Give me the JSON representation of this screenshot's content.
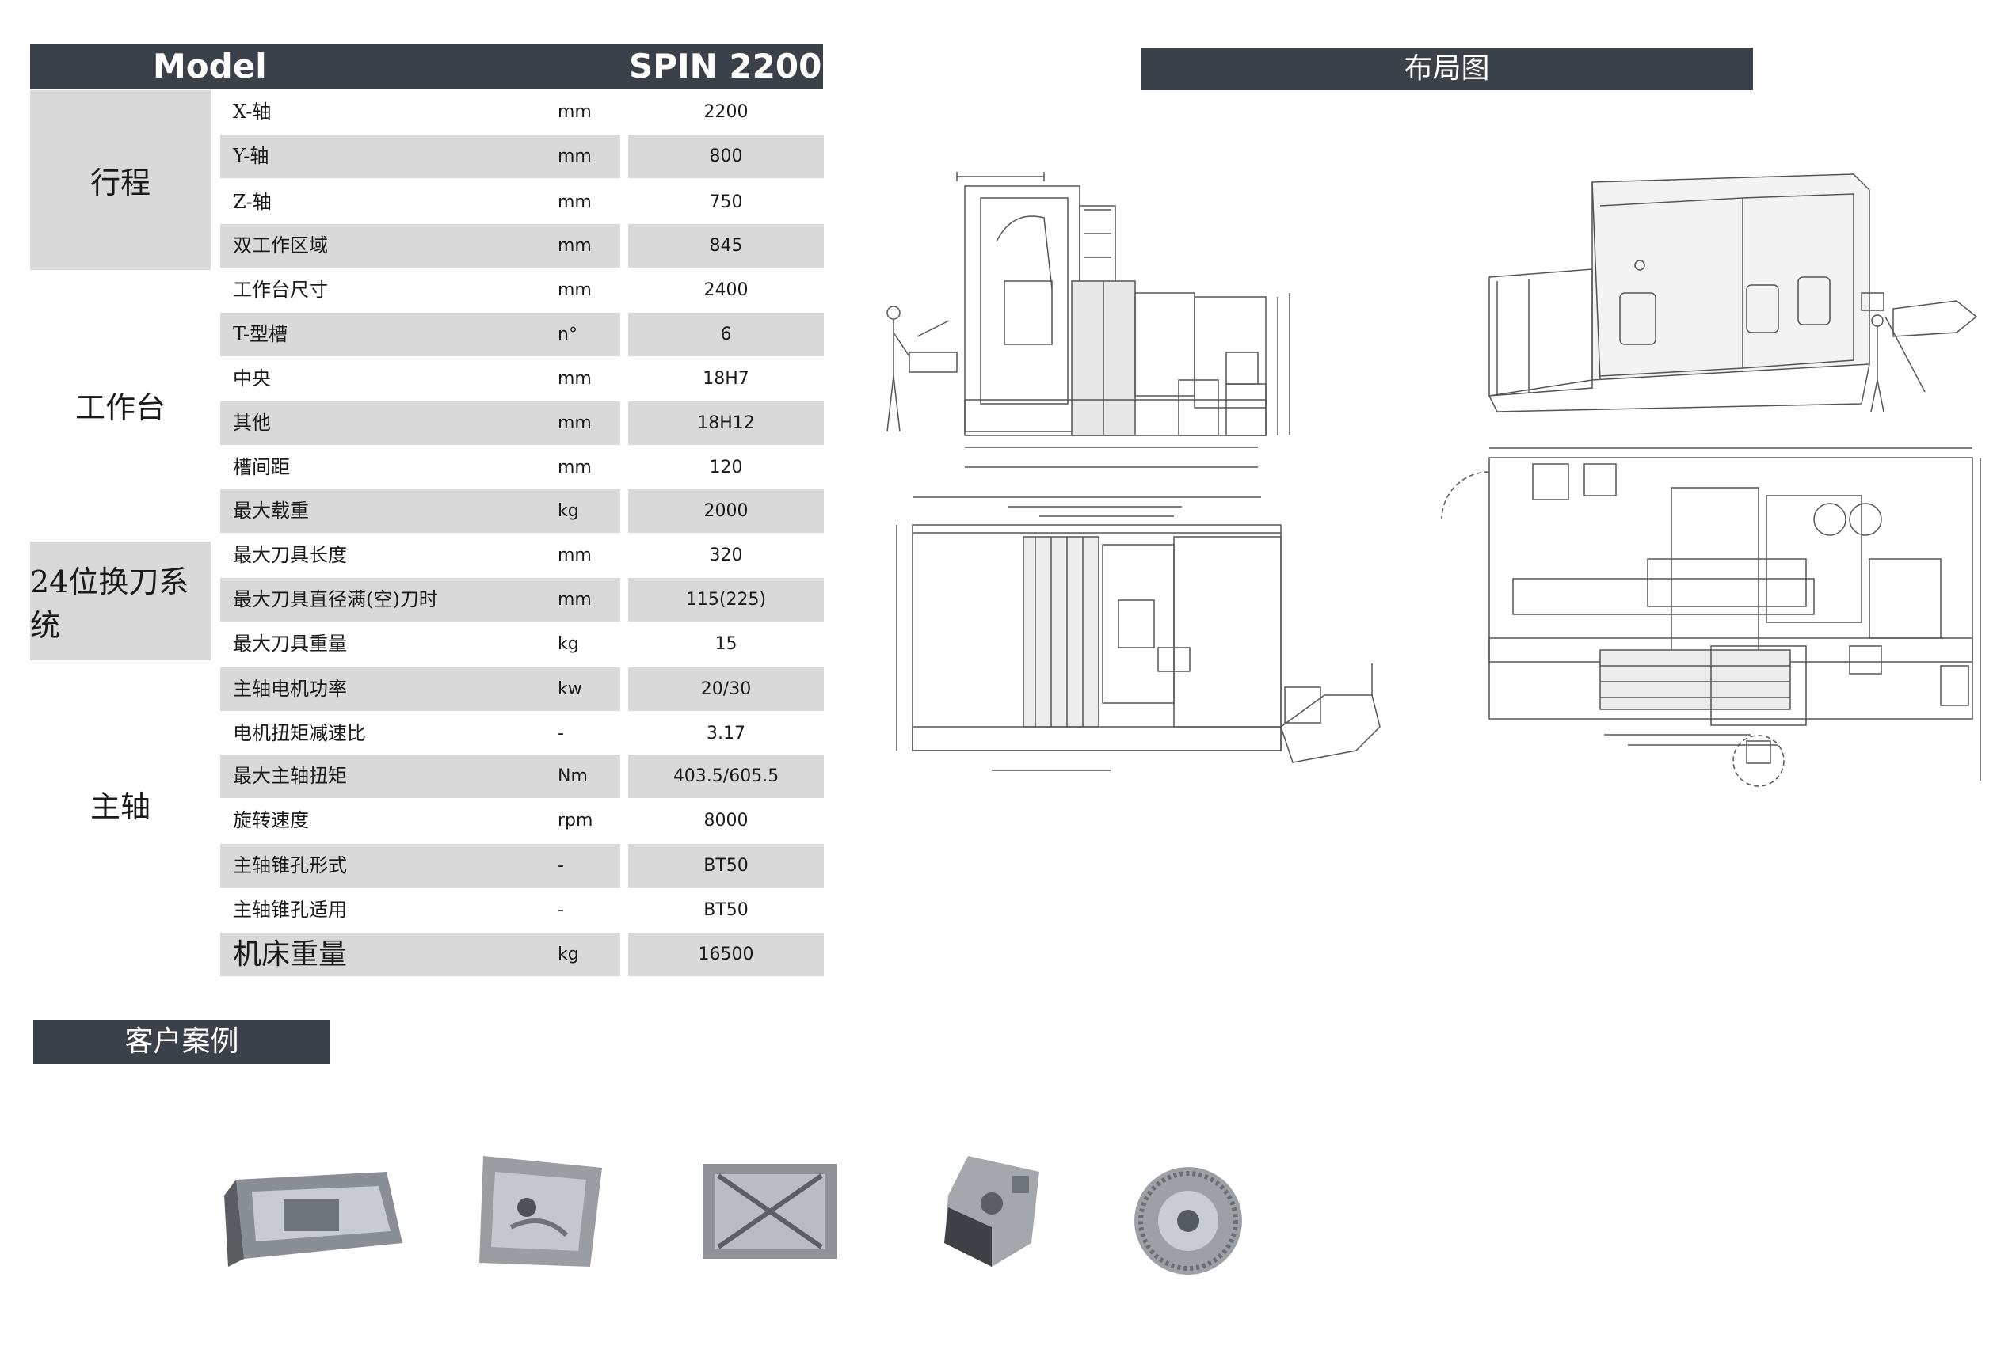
{
  "model": {
    "label": "Model",
    "value": "SPIN 2200"
  },
  "layout_title": "布局图",
  "cases_title": "客户案例",
  "groups": [
    {
      "label": "行程"
    },
    {
      "label": "工作台"
    },
    {
      "label": "24位换刀系统"
    },
    {
      "label": "主轴"
    }
  ],
  "rows": [
    {
      "name": "X-轴",
      "unit": "mm",
      "value": "2200"
    },
    {
      "name": "Y-轴",
      "unit": "mm",
      "value": "800"
    },
    {
      "name": "Z-轴",
      "unit": "mm",
      "value": "750"
    },
    {
      "name": "双工作区域",
      "unit": "mm",
      "value": "845"
    },
    {
      "name": "工作台尺寸",
      "unit": "mm",
      "value": "2400"
    },
    {
      "name": "T-型槽",
      "unit": "n°",
      "value": "6"
    },
    {
      "name": "中央",
      "unit": "mm",
      "value": "18H7"
    },
    {
      "name": "其他",
      "unit": "mm",
      "value": "18H12"
    },
    {
      "name": "槽间距",
      "unit": "mm",
      "value": "120"
    },
    {
      "name": "最大载重",
      "unit": "kg",
      "value": "2000"
    },
    {
      "name": "最大刀具长度",
      "unit": "mm",
      "value": "320"
    },
    {
      "name": "最大刀具直径满(空)刀时",
      "unit": "mm",
      "value": "115(225)"
    },
    {
      "name": "最大刀具重量",
      "unit": "kg",
      "value": "15"
    },
    {
      "name": "主轴电机功率",
      "unit": "kw",
      "value": "20/30"
    },
    {
      "name": "电机扭矩减速比",
      "unit": "-",
      "value": "3.17"
    },
    {
      "name": "最大主轴扭矩",
      "unit": "Nm",
      "value": "403.5/605.5"
    },
    {
      "name": "旋转速度",
      "unit": "rpm",
      "value": "8000"
    },
    {
      "name": "主轴锥孔形式",
      "unit": "-",
      "value": "BT50"
    },
    {
      "name": "主轴锥孔适用",
      "unit": "-",
      "value": "BT50"
    },
    {
      "name": "机床重量",
      "unit": "kg",
      "value": "16500"
    }
  ],
  "colors": {
    "header": "#3b4148",
    "shade": "#d9d9d9"
  }
}
